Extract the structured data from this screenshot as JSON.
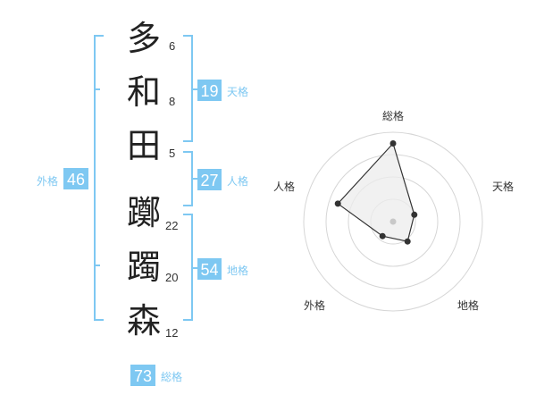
{
  "name": {
    "characters": [
      {
        "char": "多",
        "strokes": "6"
      },
      {
        "char": "和",
        "strokes": "8"
      },
      {
        "char": "田",
        "strokes": "5"
      },
      {
        "char": "躑",
        "strokes": "22"
      },
      {
        "char": "躅",
        "strokes": "20"
      },
      {
        "char": "森",
        "strokes": "12"
      }
    ]
  },
  "fortune": {
    "tenkaku": {
      "value": "19",
      "label": "天格"
    },
    "jinkaku": {
      "value": "27",
      "label": "人格"
    },
    "chikaku": {
      "value": "54",
      "label": "地格"
    },
    "gaikaku": {
      "value": "46",
      "label": "外格"
    },
    "soukaku": {
      "value": "73",
      "label": "総格"
    }
  },
  "colors": {
    "accent": "#7ec8f2",
    "text": "#222222"
  },
  "chart_data": {
    "type": "radar",
    "axes": [
      "総格",
      "天格",
      "地格",
      "外格",
      "人格"
    ],
    "levels": 4,
    "max": 4,
    "values": [
      3.5,
      1.0,
      1.1,
      0.8,
      2.6
    ]
  }
}
